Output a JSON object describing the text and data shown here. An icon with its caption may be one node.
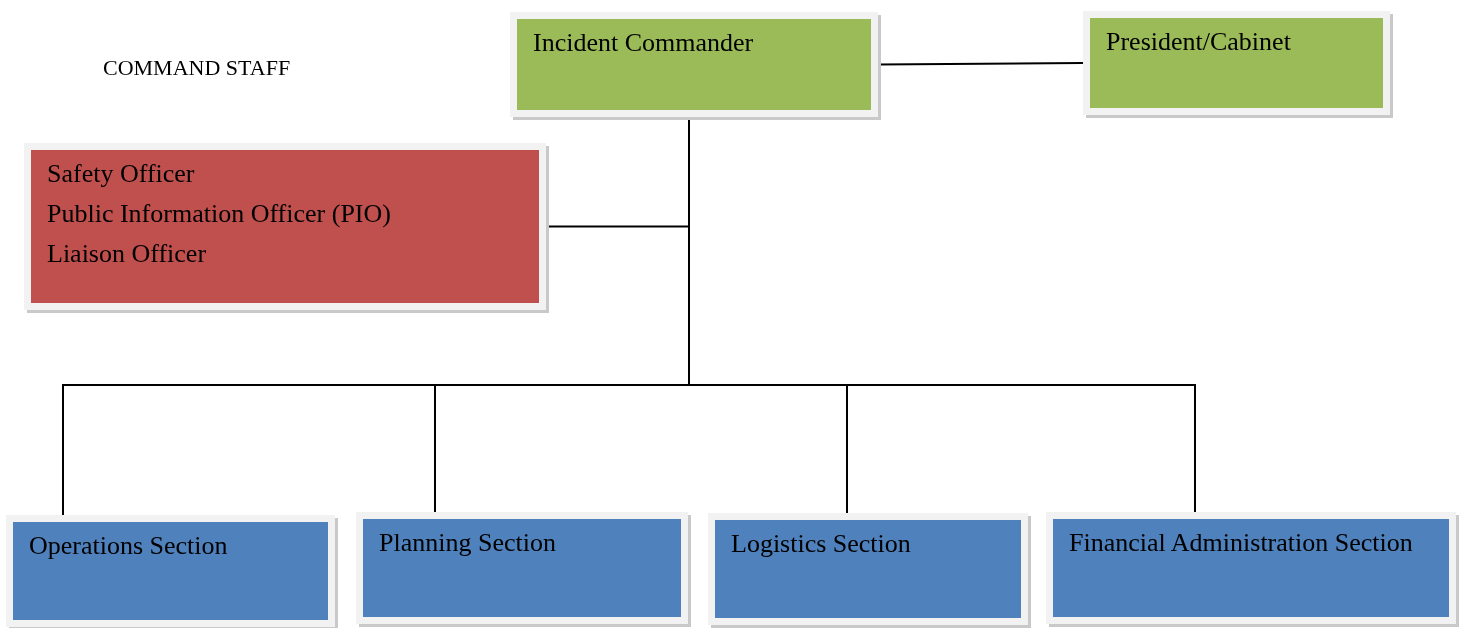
{
  "diagram": {
    "nodes": [
      {
        "text": [
          "Incident Commander"
        ]
      },
      {
        "text": [
          "President/Cabinet"
        ]
      },
      {
        "text": [
          "Safety Officer",
          "Public Information Officer (PIO)",
          "Liaison Officer"
        ]
      },
      {
        "text": [
          "Operations Section"
        ]
      },
      {
        "text": [
          "Planning Section"
        ]
      },
      {
        "text": [
          "Logistics Section"
        ]
      },
      {
        "text": [
          "Financial Administration Section"
        ]
      }
    ],
    "edges": [
      {
        "from": 0,
        "to": 1,
        "arrow": "none"
      },
      {
        "from": 0,
        "to": 2,
        "arrow": "none"
      },
      {
        "from": 0,
        "to": 3,
        "arrow": "none"
      },
      {
        "from": 0,
        "to": 4,
        "arrow": "none"
      },
      {
        "from": 0,
        "to": 5,
        "arrow": "none"
      },
      {
        "from": 0,
        "to": 6,
        "arrow": "none"
      }
    ],
    "labels": [
      "COMMAND STAFF"
    ]
  }
}
